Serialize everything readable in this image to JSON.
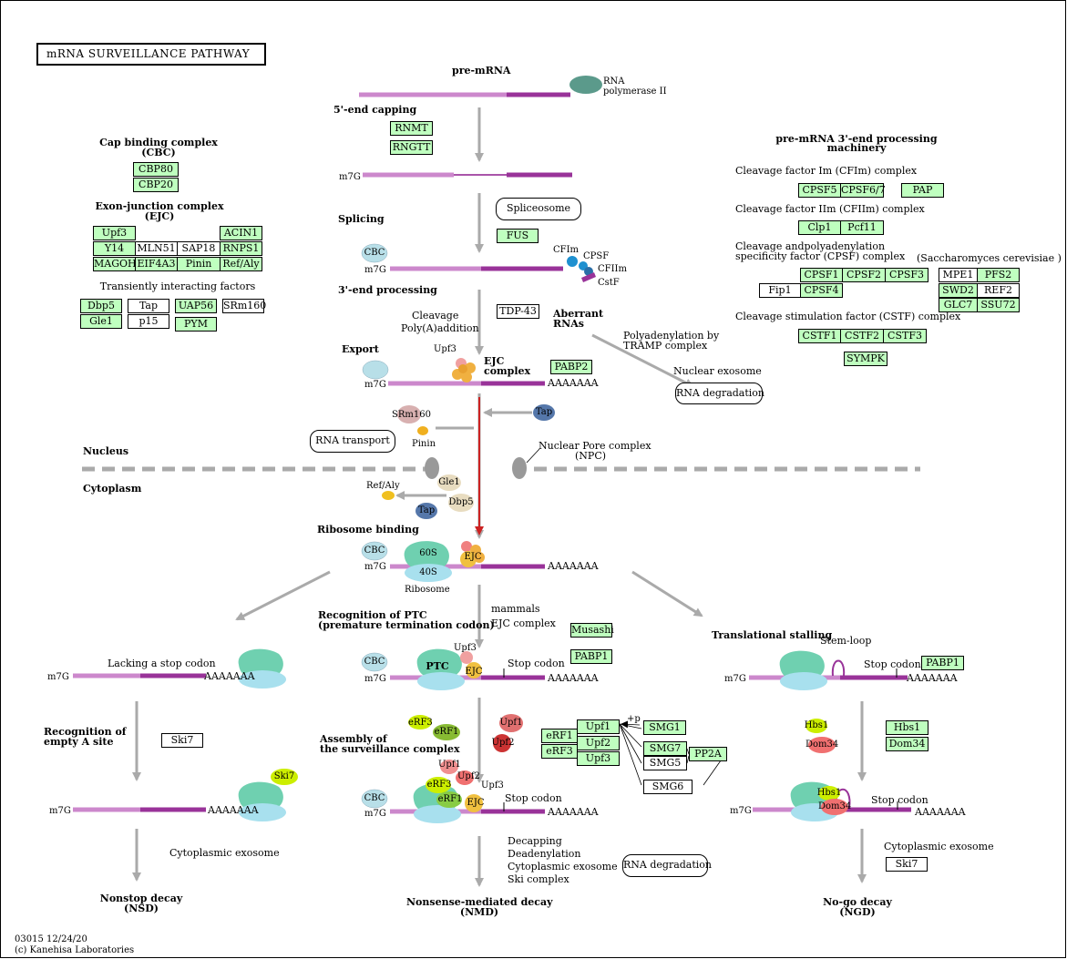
{
  "title": "mRNA SURVEILLANCE PATHWAY",
  "footer": {
    "code": "03015 12/24/20",
    "copyright": "(c) Kanehisa Laboratories"
  },
  "colors": {
    "gene_box": "#bfffbf",
    "mrna_light": "#cc88cc",
    "mrna_dark": "#993399",
    "arrow": "#aaaaaa",
    "ribosome": "#66ccaa",
    "ribosome_small": "#aaddee"
  },
  "processing": {
    "premrna": "pre-mRNA",
    "rnapol_1": "RNA",
    "rnapol_2": "polymerase II",
    "capping": "5'-end capping",
    "rnmt": "RNMT",
    "rngtt": "RNGTT",
    "m7g": "m7G",
    "splicing": "Splicing",
    "spliceosome": "Spliceosome",
    "fus": "FUS",
    "cbc": "CBC",
    "cfim": "CFIm",
    "cpsf": "CPSF",
    "cfiim": "CFIIm",
    "cstf": "CstF",
    "end3": "3'-end processing",
    "tdp43": "TDP-43",
    "cleavage_1": "Cleavage",
    "cleavage_2": "Poly(A)addition",
    "aberrant_1": "Aberrant",
    "aberrant_2": "RNAs",
    "polyad_1": "Polyadenylation by",
    "polyad_2": "TRAMP complex",
    "nuclear_exosome": "Nuclear exosome",
    "rna_degradation": "RNA degradation",
    "export": "Export",
    "upf3": "Upf3",
    "ejc_1": "EJC",
    "ejc_2": "complex",
    "pabp2": "PABP2",
    "polyA": "AAAAAAA",
    "tap": "Tap",
    "srm160": "SRm160",
    "pinin": "Pinin",
    "rna_transport": "RNA transport",
    "npc_1": "Nuclear Pore complex",
    "npc_2": "(NPC)",
    "nucleus": "Nucleus",
    "cytoplasm": "Cytoplasm",
    "gle1": "Gle1",
    "refaly": "Ref/Aly",
    "dbp5": "Dbp5",
    "ribosome_binding": "Ribosome binding",
    "r60s": "60S",
    "r40s": "40S",
    "ribosome": "Ribosome",
    "ejc": "EJC"
  },
  "left_panel": {
    "cbc_1": "Cap binding complex",
    "cbc_2": "(CBC)",
    "cbp80": "CBP80",
    "cbp20": "CBP20",
    "ejc_1": "Exon-junction complex",
    "ejc_2": "(EJC)",
    "upf3": "Upf3",
    "acin1": "ACIN1",
    "y14": "Y14",
    "mln51": "MLN51",
    "sap18": "SAP18",
    "rnps1": "RNPS1",
    "magoh": "MAGOH",
    "eif4a3": "EIF4A3",
    "pinin": "Pinin",
    "refaly": "Ref/Aly",
    "transient": "Transiently interacting factors",
    "dbp5": "Dbp5",
    "tap": "Tap",
    "uap56": "UAP56",
    "srm160": "SRm160",
    "gle1": "Gle1",
    "p15": "p15",
    "pym": "PYM"
  },
  "right_panel": {
    "header_1": "pre-mRNA 3'-end processing",
    "header_2": "machinery",
    "cfim": "Cleavage factor Im (CFIm) complex",
    "cpsf5": "CPSF5",
    "cpsf67": "CPSF6/7",
    "pap": "PAP",
    "cfiim": "Cleavage factor IIm (CFIIm) complex",
    "clp1": "Clp1",
    "pcf11": "Pcf11",
    "cpsf_1": "Cleavage andpolyadenylation",
    "cpsf_2": "specificity factor (CPSF) complex",
    "yeast": "(Saccharomyces cerevisiae )",
    "cpsf1": "CPSF1",
    "cpsf2": "CPSF2",
    "cpsf3": "CPSF3",
    "mpe1": "MPE1",
    "pfs2": "PFS2",
    "fip1": "Fip1",
    "cpsf4": "CPSF4",
    "swd2": "SWD2",
    "ref2": "REF2",
    "glc7": "GLC7",
    "ssu72": "SSU72",
    "cstf": "Cleavage stimulation factor (CSTF) complex",
    "cstf1": "CSTF1",
    "cstf2": "CSTF2",
    "cstf3": "CSTF3",
    "sympk": "SYMPK"
  },
  "nsd": {
    "lacking": "Lacking a stop codon",
    "m7g": "m7G",
    "polyA": "AAAAAAA",
    "recog_1": "Recognition of",
    "recog_2": "empty A site",
    "ski7_box": "Ski7",
    "ski7_blob": "Ski7",
    "cyto_exo": "Cytoplasmic exosome",
    "title_1": "Nonstop decay",
    "title_2": "(NSD)"
  },
  "nmd": {
    "recog_1": "Recognition of PTC",
    "recog_2": "(premature termination codon)",
    "mammals": "mammals",
    "ejc_complex": "EJC complex",
    "musashi": "Musashi",
    "pabp1": "PABP1",
    "cbc": "CBC",
    "m7g": "m7G",
    "upf3": "Upf3",
    "ptc": "PTC",
    "ejc": "EJC",
    "stop": "Stop codon",
    "polyA": "AAAAAAA",
    "erf3": "eRF3",
    "erf1": "eRF1",
    "upf1": "Upf1",
    "upf2": "Upf2",
    "assembly_1": "Assembly of",
    "assembly_2": "the surveillance complex",
    "box_erf1": "eRF1",
    "box_erf3": "eRF3",
    "box_upf1": "Upf1",
    "box_upf2": "Upf2",
    "box_upf3": "Upf3",
    "p": "+p",
    "smg1": "SMG1",
    "smg7": "SMG7",
    "smg5": "SMG5",
    "smg6": "SMG6",
    "pp2a": "PP2A",
    "c_upf1": "Upf1",
    "c_upf2": "Upf2",
    "c_upf3": "Upf3",
    "c_erf3": "eRF3",
    "c_erf1": "eRF1",
    "c_ejc": "EJC",
    "decapping": "Decapping",
    "deadenylation": "Deadenylation",
    "cyto_exo": "Cytoplasmic exosome",
    "ski": "Ski complex",
    "rna_degradation": "RNA degradation",
    "title_1": "Nonsense-mediated decay",
    "title_2": "(NMD)"
  },
  "ngd": {
    "stalling": "Translational stalling",
    "stemloop": "Stem-loop",
    "stop": "Stop codon",
    "pabp1": "PABP1",
    "m7g": "m7G",
    "polyA": "AAAAAAA",
    "hbs1": "Hbs1",
    "dom34": "Dom34",
    "box_hbs1": "Hbs1",
    "box_dom34": "Dom34",
    "c_hbs1": "Hbs1",
    "c_dom34": "Dom34",
    "cyto_exo": "Cytoplasmic exosome",
    "ski7": "Ski7",
    "title_1": "No-go decay",
    "title_2": "(NGD)"
  }
}
